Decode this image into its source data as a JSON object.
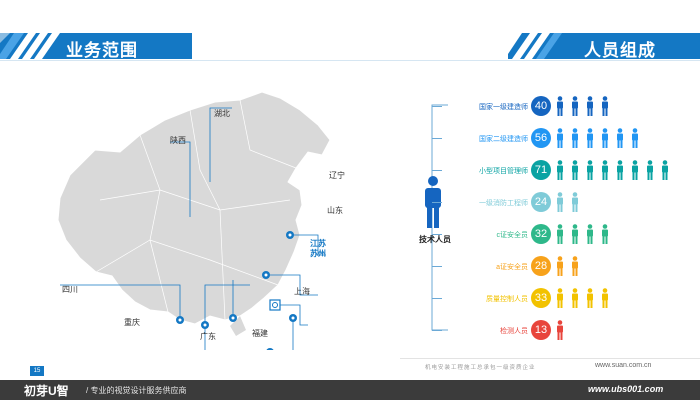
{
  "header": {
    "left_title": "业务范围",
    "right_title": "人员组成"
  },
  "colors": {
    "brand": "#1478c4",
    "map_fill": "#d8d8d8",
    "pin": "#1478c4"
  },
  "map": {
    "cities": [
      "湖北",
      "陕西",
      "辽宁",
      "山东",
      "江苏",
      "苏州",
      "四川",
      "上海",
      "重庆",
      "广东",
      "福建"
    ]
  },
  "composition": {
    "group_label": "技术人员",
    "roles": [
      {
        "label": "国家一级建造师",
        "count": "40",
        "color": "#1565c0"
      },
      {
        "label": "国家二级建造师",
        "count": "56",
        "color": "#2196f3"
      },
      {
        "label": "小型项目管理师",
        "count": "71",
        "color": "#0aa3a3"
      },
      {
        "label": "一级消防工程师",
        "count": "24",
        "color": "#7fcbd8"
      },
      {
        "label": "c证安全员",
        "count": "32",
        "color": "#2eb88a"
      },
      {
        "label": "a证安全员",
        "count": "28",
        "color": "#f7a21b"
      },
      {
        "label": "质量控制人员",
        "count": "33",
        "color": "#f2c200"
      },
      {
        "label": "检测人员",
        "count": "13",
        "color": "#e8453c"
      }
    ]
  },
  "footer": {
    "page_number": "15",
    "small_text": "机电安装工程施工总承包一级资质企业",
    "url_top": "www.suan.com.cn",
    "logo_text": "初芽U智",
    "slogan": "/ 专业的视觉设计服务供应商",
    "url_bottom": "www.ubs001.com"
  }
}
